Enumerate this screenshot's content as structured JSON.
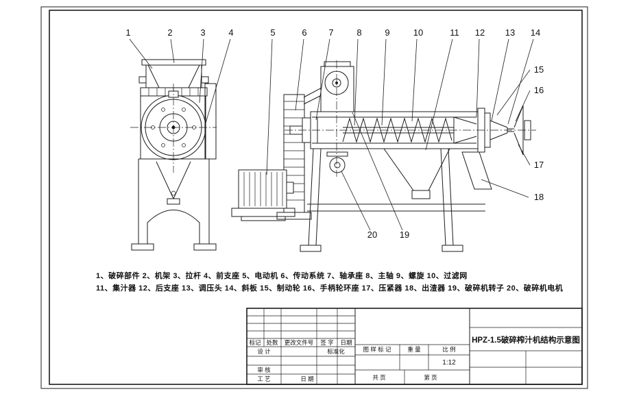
{
  "sheet": {
    "callouts": [
      "1",
      "2",
      "3",
      "4",
      "5",
      "6",
      "7",
      "8",
      "9",
      "10",
      "11",
      "12",
      "13",
      "14",
      "15",
      "16",
      "17",
      "18",
      "19",
      "20"
    ],
    "parts_list": {
      "line1": "1、破碎部件  2、机架  3、拉杆  4、前支座  5、电动机  6、传动系统  7、轴承座  8、主轴  9、螺旋  10、过滤网",
      "line2": "11、集汁器  12、后支座  13、调压头  14、斜板  15、制动轮  16、手柄轮环座  17、压紧器  18、出渣器  19、破碎机转子  20、破碎机电机"
    },
    "title_block": {
      "title": "HPZ-1.5破碎榨汁机结构示意图",
      "scale_value": "1:12",
      "labels": {
        "mark": "标记",
        "count": "处数",
        "change_doc": "更改文件号",
        "sign": "签 字",
        "date": "日期",
        "design": "设 计",
        "standardize": "标准化",
        "check": "审 核",
        "process": "工 艺",
        "date2": "日 期",
        "drawing_mark": "图 样 标 记",
        "weight": "重 量",
        "scale": "比 例",
        "total_pages": "共  页",
        "page": "第  页"
      }
    }
  }
}
